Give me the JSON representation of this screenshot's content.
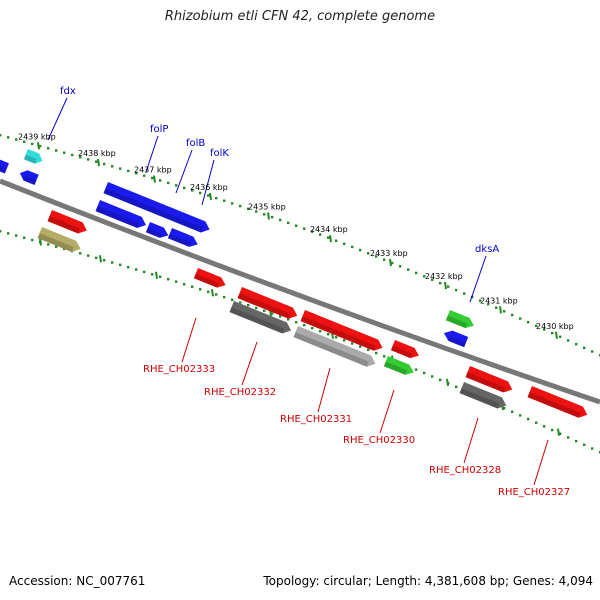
{
  "title": "Rhizobium etli CFN 42, complete genome",
  "footer": {
    "accession": "Accession: NC_007761",
    "summary": "Topology: circular; Length: 4,381,608 bp; Genes: 4,094"
  },
  "ticks": [
    {
      "label": "2439 kbp",
      "pos": 2439
    },
    {
      "label": "2438 kbp",
      "pos": 2438
    },
    {
      "label": "2437 kbp",
      "pos": 2437
    },
    {
      "label": "2436 kbp",
      "pos": 2436
    },
    {
      "label": "2435 kbp",
      "pos": 2435
    },
    {
      "label": "2434 kbp",
      "pos": 2434
    },
    {
      "label": "2433 kbp",
      "pos": 2433
    },
    {
      "label": "2432 kbp",
      "pos": 2432
    },
    {
      "label": "2431 kbp",
      "pos": 2431
    },
    {
      "label": "2430 kbp",
      "pos": 2430
    }
  ],
  "gene_labels_top": [
    "fdx",
    "folP",
    "folB",
    "folK",
    "dksA"
  ],
  "gene_labels_bottom": [
    "RHE_CH02333",
    "RHE_CH02332",
    "RHE_CH02331",
    "RHE_CH02330",
    "RHE_CH02328",
    "RHE_CH02327"
  ],
  "colors": {
    "top_label": "#0000cc",
    "bottom_label": "#cc0000",
    "backbone": "#777777",
    "ticks": "#228822",
    "blue": "#1a1aee",
    "red": "#ee1111",
    "cyan": "#33dddd",
    "green": "#33cc33",
    "gray": "#666666",
    "lightgray": "#aaaaaa",
    "olive": "#b5ad66"
  }
}
